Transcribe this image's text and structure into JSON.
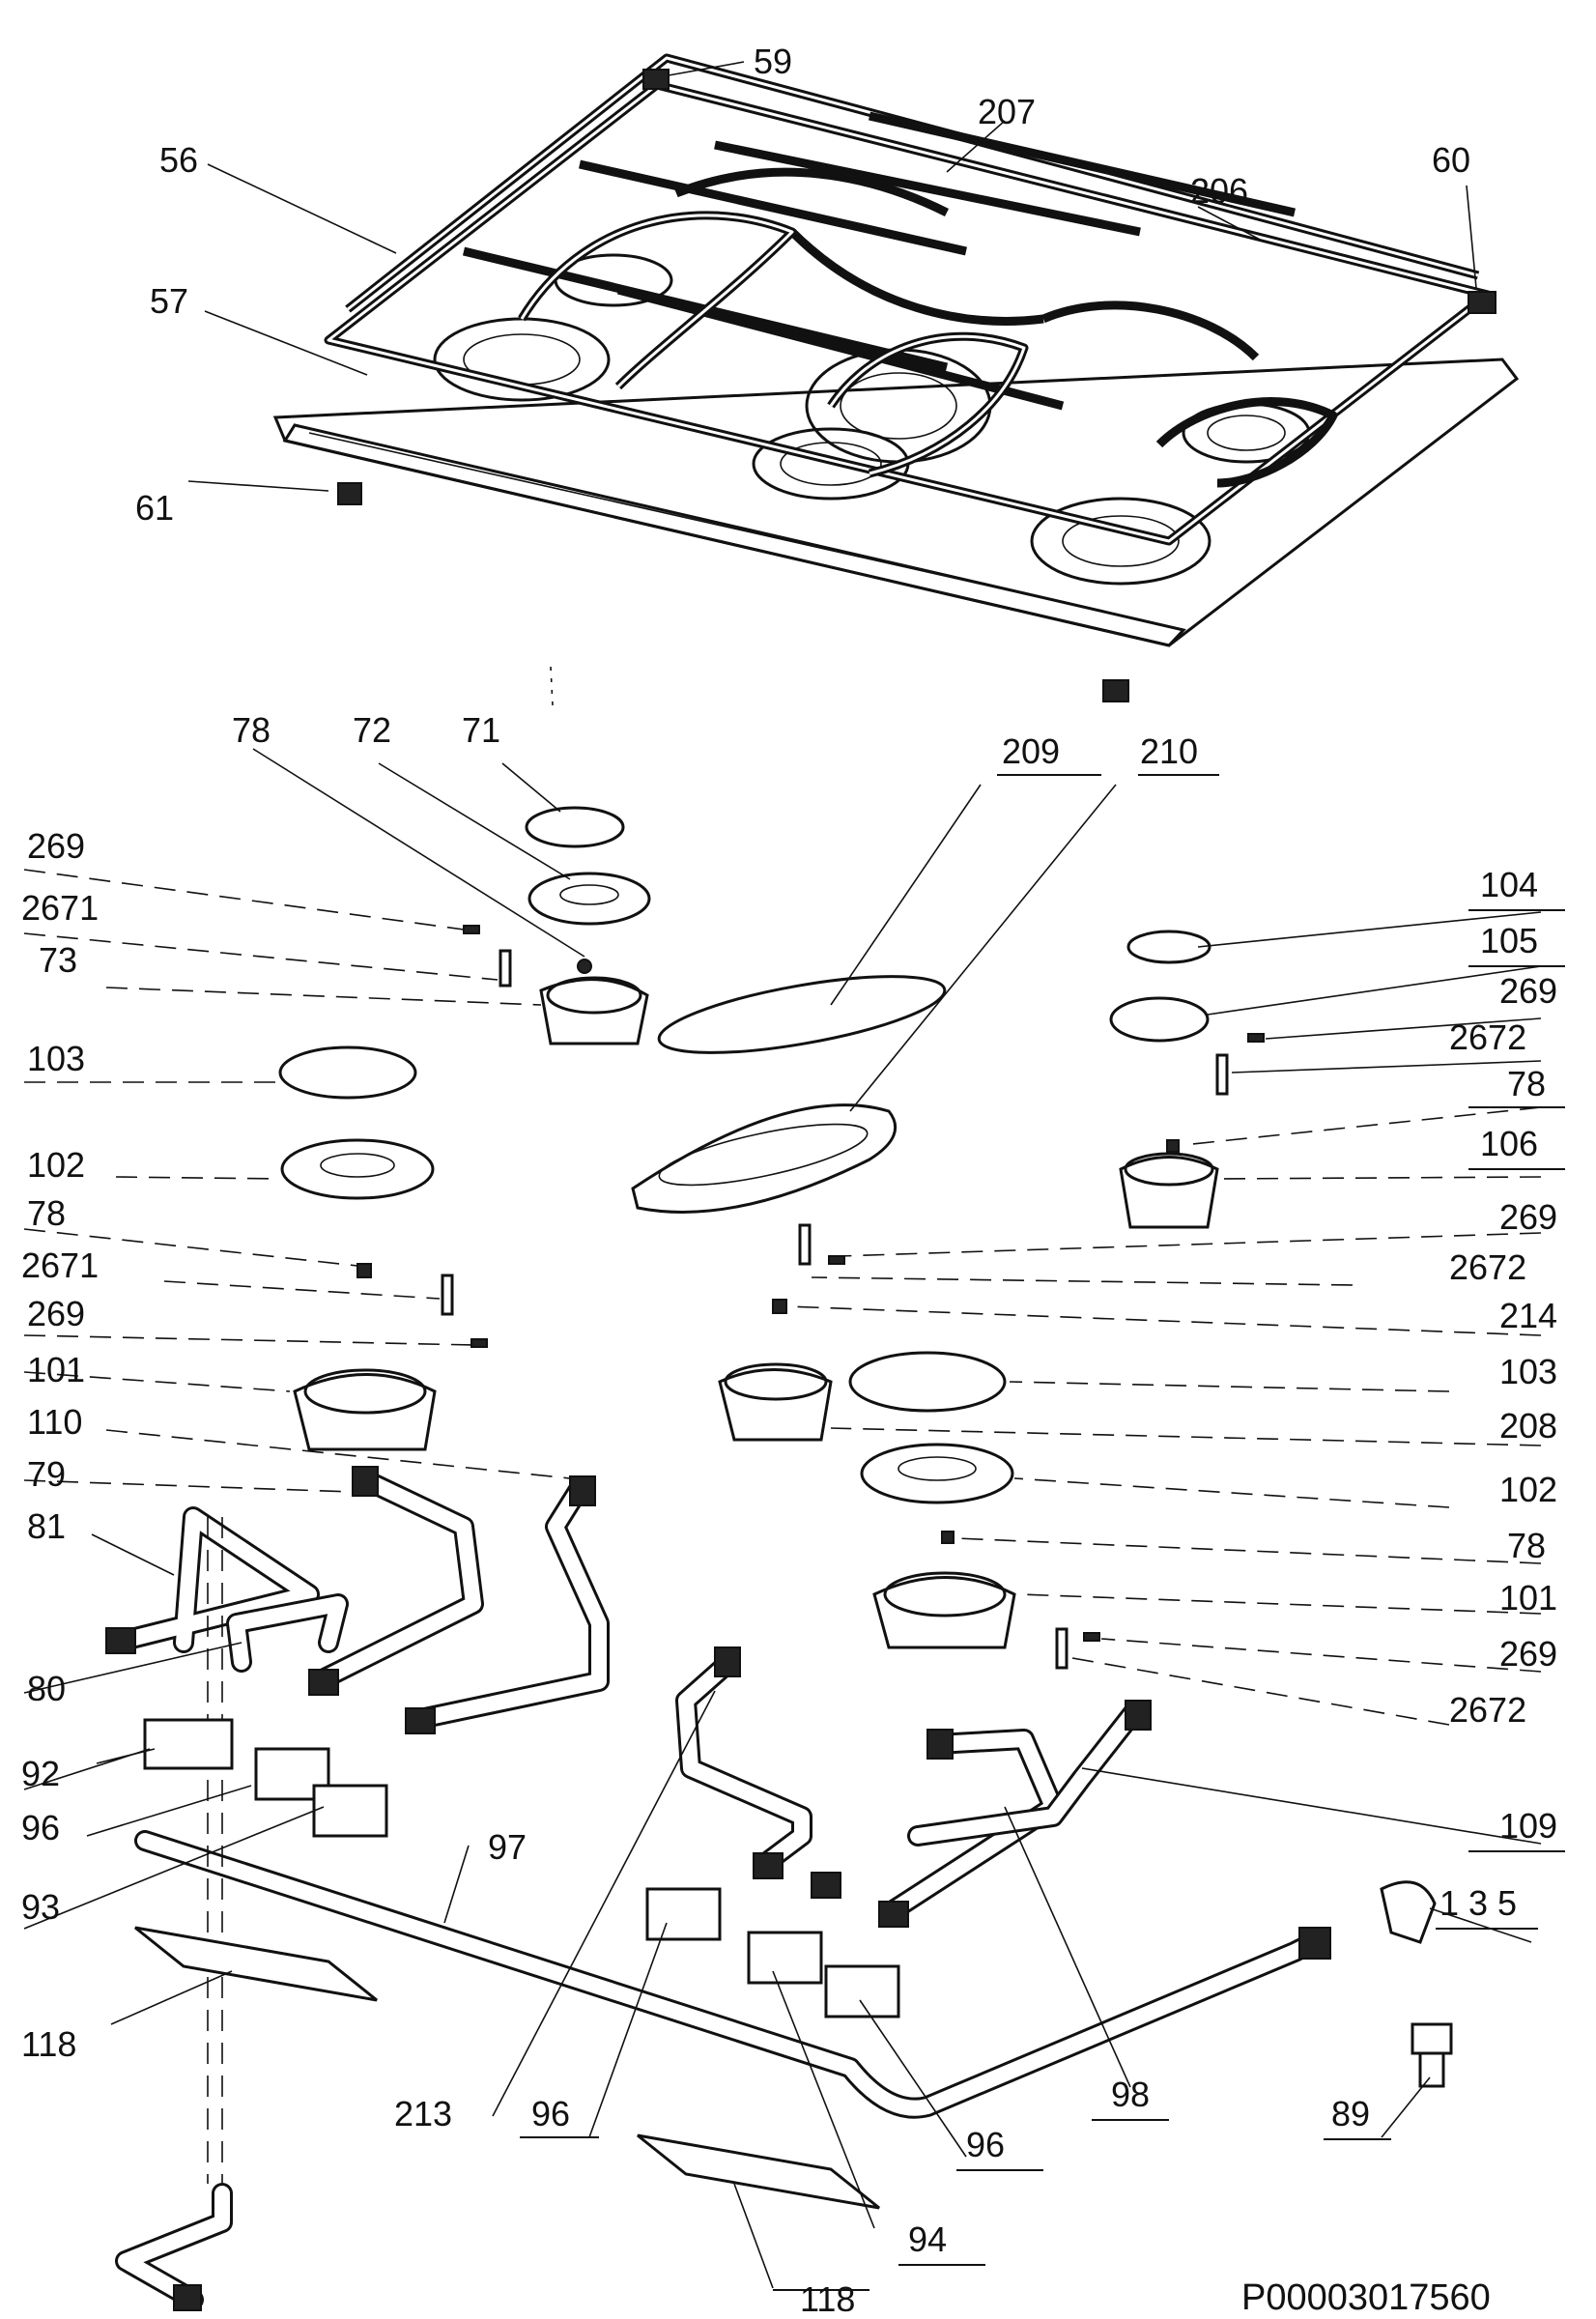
{
  "diagram": {
    "code": "P00003017560",
    "callouts": [
      {
        "id": "c59",
        "text": "59"
      },
      {
        "id": "c207",
        "text": "207"
      },
      {
        "id": "c56",
        "text": "56"
      },
      {
        "id": "c206",
        "text": "206"
      },
      {
        "id": "c60",
        "text": "60"
      },
      {
        "id": "c57",
        "text": "57"
      },
      {
        "id": "c61",
        "text": "61"
      },
      {
        "id": "c78a",
        "text": "78"
      },
      {
        "id": "c72",
        "text": "72"
      },
      {
        "id": "c71",
        "text": "71"
      },
      {
        "id": "c209",
        "text": "209"
      },
      {
        "id": "c210",
        "text": "210"
      },
      {
        "id": "c269a",
        "text": "269"
      },
      {
        "id": "c2671a",
        "text": "2671"
      },
      {
        "id": "c73",
        "text": "73"
      },
      {
        "id": "c103a",
        "text": "103"
      },
      {
        "id": "c102a",
        "text": "102"
      },
      {
        "id": "c78b",
        "text": "78"
      },
      {
        "id": "c2671b",
        "text": "2671"
      },
      {
        "id": "c269b",
        "text": "269"
      },
      {
        "id": "c101a",
        "text": "101"
      },
      {
        "id": "c110",
        "text": "110"
      },
      {
        "id": "c79",
        "text": "79"
      },
      {
        "id": "c81",
        "text": "81"
      },
      {
        "id": "c80",
        "text": "80"
      },
      {
        "id": "c92",
        "text": "92"
      },
      {
        "id": "c96a",
        "text": "96"
      },
      {
        "id": "c97",
        "text": "97"
      },
      {
        "id": "c93",
        "text": "93"
      },
      {
        "id": "c118a",
        "text": "118"
      },
      {
        "id": "c213",
        "text": "213"
      },
      {
        "id": "c96b",
        "text": "96"
      },
      {
        "id": "c104",
        "text": "104"
      },
      {
        "id": "c105",
        "text": "105"
      },
      {
        "id": "c269c",
        "text": "269"
      },
      {
        "id": "c2672a",
        "text": "2672"
      },
      {
        "id": "c78c",
        "text": "78"
      },
      {
        "id": "c106",
        "text": "106"
      },
      {
        "id": "c269d",
        "text": "269"
      },
      {
        "id": "c2672b",
        "text": "2672"
      },
      {
        "id": "c214",
        "text": "214"
      },
      {
        "id": "c103b",
        "text": "103"
      },
      {
        "id": "c208",
        "text": "208"
      },
      {
        "id": "c102b",
        "text": "102"
      },
      {
        "id": "c78d",
        "text": "78"
      },
      {
        "id": "c101b",
        "text": "101"
      },
      {
        "id": "c269e",
        "text": "269"
      },
      {
        "id": "c2672c",
        "text": "2672"
      },
      {
        "id": "c109",
        "text": "109"
      },
      {
        "id": "c135",
        "text": "1 3 5"
      },
      {
        "id": "c98",
        "text": "98"
      },
      {
        "id": "c96c",
        "text": "96"
      },
      {
        "id": "c89",
        "text": "89"
      },
      {
        "id": "c94",
        "text": "94"
      },
      {
        "id": "c118b",
        "text": "118"
      }
    ]
  }
}
